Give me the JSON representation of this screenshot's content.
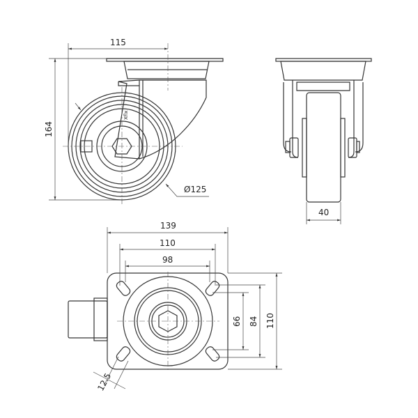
{
  "title": "Swivel castor technical drawing",
  "dimensions": {
    "offset": "115",
    "height": "164",
    "wheel_diameter": "Ø125",
    "wheel_width": "40",
    "plate_length": "139",
    "bolt_spacing_length_outer": "110",
    "bolt_spacing_length_inner": "98",
    "bolt_spacing_width_inner": "66",
    "bolt_spacing_width_outer": "84",
    "plate_width": "110",
    "slot_width": "12.5"
  },
  "colors": {
    "line": "#333333",
    "background": "#ffffff"
  }
}
